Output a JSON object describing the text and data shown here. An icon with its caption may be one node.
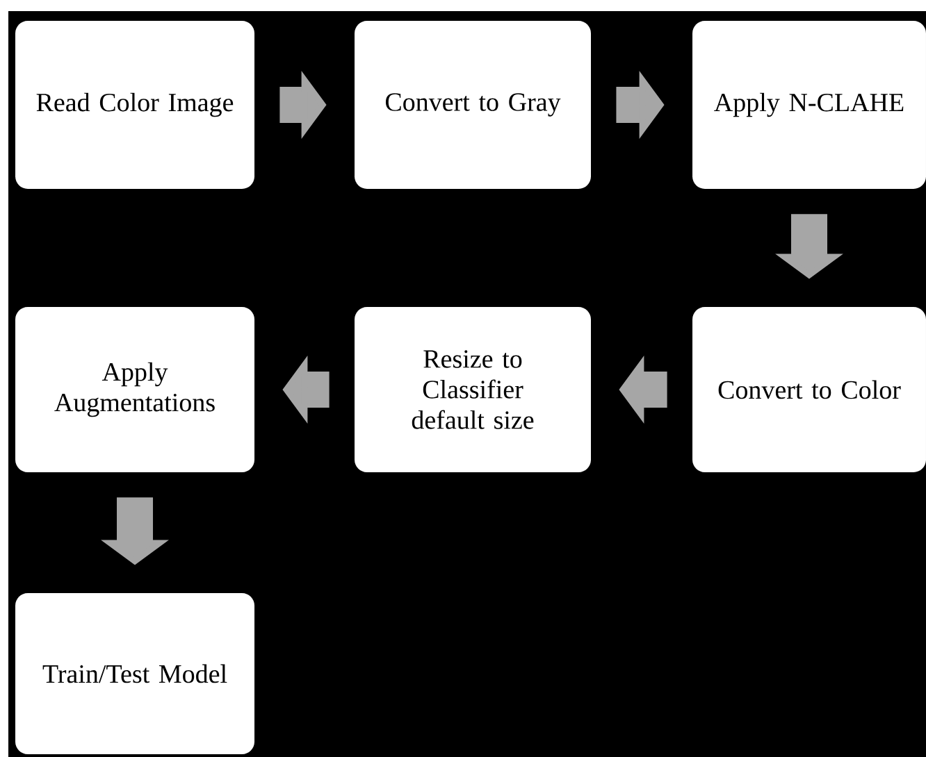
{
  "diagram": {
    "nodes": [
      {
        "text": [
          "Read Color Image"
        ]
      },
      {
        "text": [
          "Convert to Gray"
        ]
      },
      {
        "text": [
          "Apply N-CLAHE"
        ]
      },
      {
        "text": [
          "Convert to Color"
        ]
      },
      {
        "text": [
          "Resize to Classifier default size"
        ]
      },
      {
        "text": [
          "Apply Augmentations"
        ]
      },
      {
        "text": [
          "Train/Test Model"
        ]
      }
    ],
    "edges": [
      {
        "from": 0,
        "to": 1,
        "arrow": "to"
      },
      {
        "from": 1,
        "to": 2,
        "arrow": "to"
      },
      {
        "from": 2,
        "to": 3,
        "arrow": "to"
      },
      {
        "from": 3,
        "to": 4,
        "arrow": "to"
      },
      {
        "from": 4,
        "to": 5,
        "arrow": "to"
      },
      {
        "from": 5,
        "to": 6,
        "arrow": "to"
      }
    ]
  }
}
